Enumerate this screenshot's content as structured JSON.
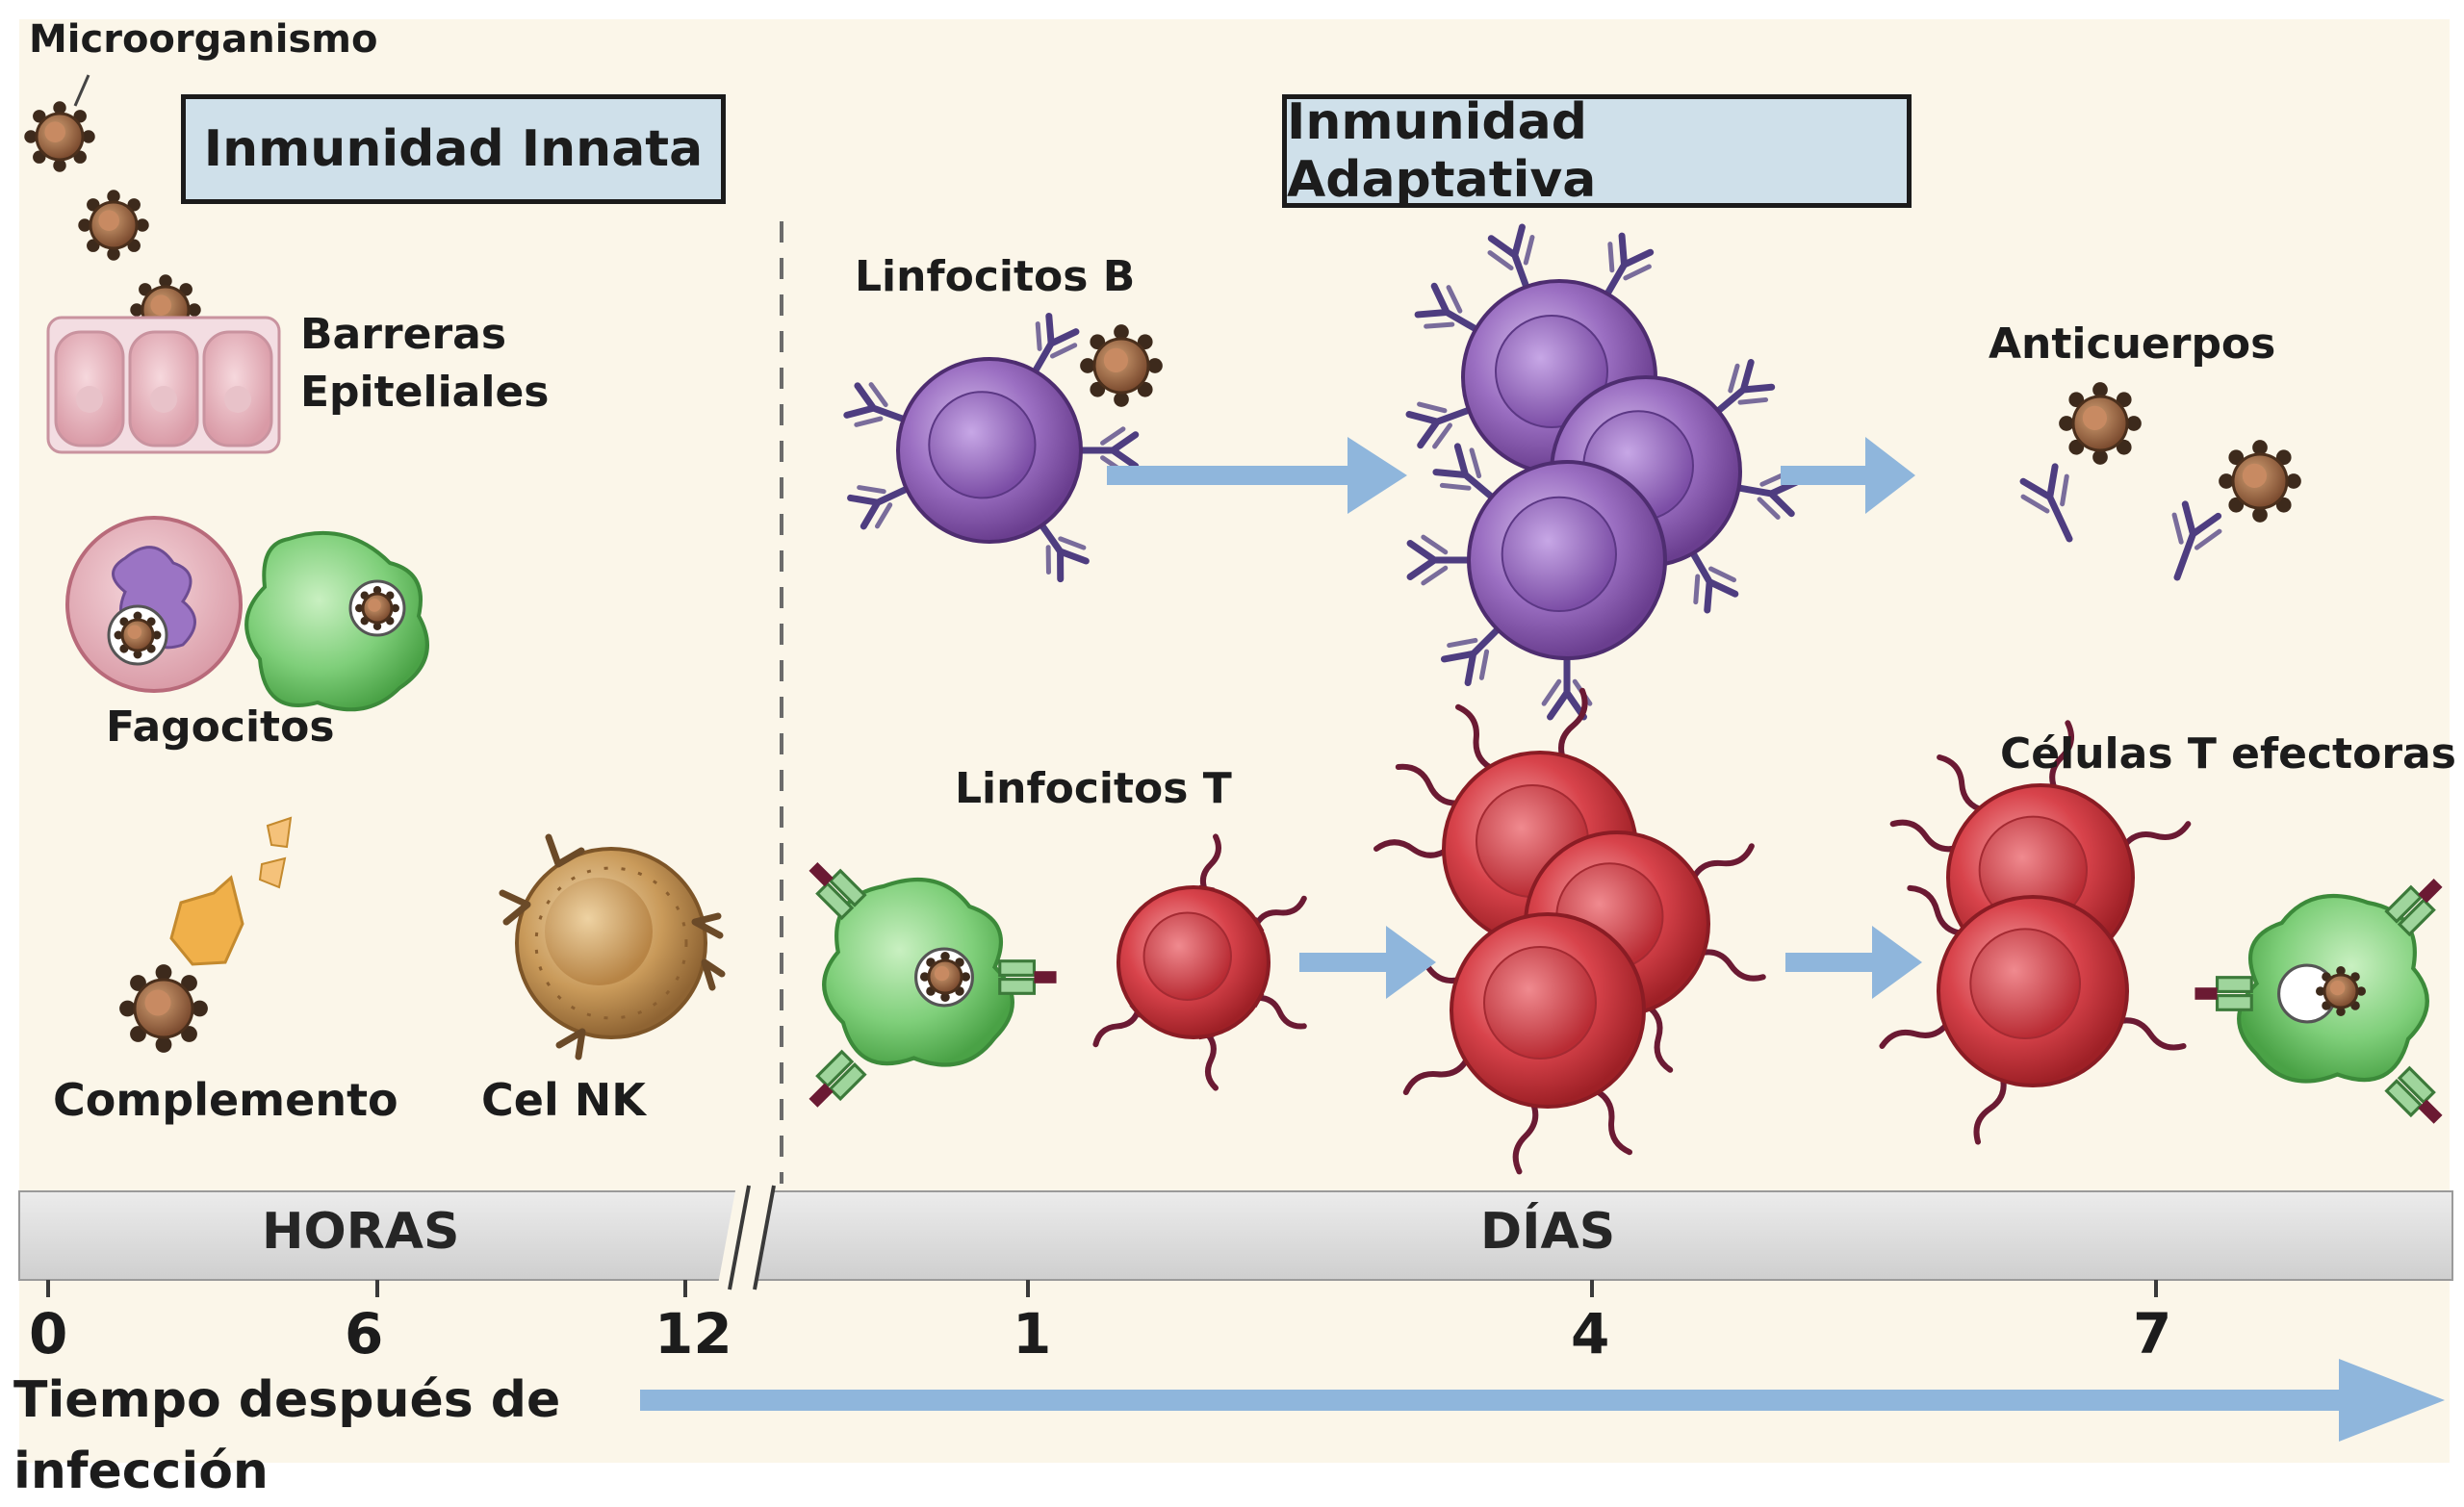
{
  "titles": {
    "innate": "Inmunidad Innata",
    "adaptive": "Inmunidad Adaptativa"
  },
  "labels": {
    "microorganism": "Microorganismo",
    "barriers_line1": "Barreras",
    "barriers_line2": "Epiteliales",
    "phagocytes": "Fagocitos",
    "complement": "Complemento",
    "nk_cell": "Cel NK",
    "b_lymphocytes": "Linfocitos B",
    "antibodies": "Anticuerpos",
    "t_lymphocytes": "Linfocitos T",
    "effector_t_cells": "Células T efectoras"
  },
  "timeline": {
    "band_hours": "HORAS",
    "band_days": "DÍAS",
    "ticks": [
      "0",
      "6",
      "12",
      "1",
      "4",
      "7"
    ],
    "axis_title_line1": "Tiempo después de",
    "axis_title_line2": "infección"
  },
  "colors": {
    "background": "#fbf6e9",
    "title_box": "#cfe0ea",
    "arrow": "#8fb6dc",
    "b_cell": "#9b6fc2",
    "t_cell": "#d8434b",
    "apc": "#7fcf7a",
    "nk_cell": "#c99a5a",
    "microbe": "#8a5a3a",
    "complement": "#f0b04a",
    "band": "#dedede"
  }
}
